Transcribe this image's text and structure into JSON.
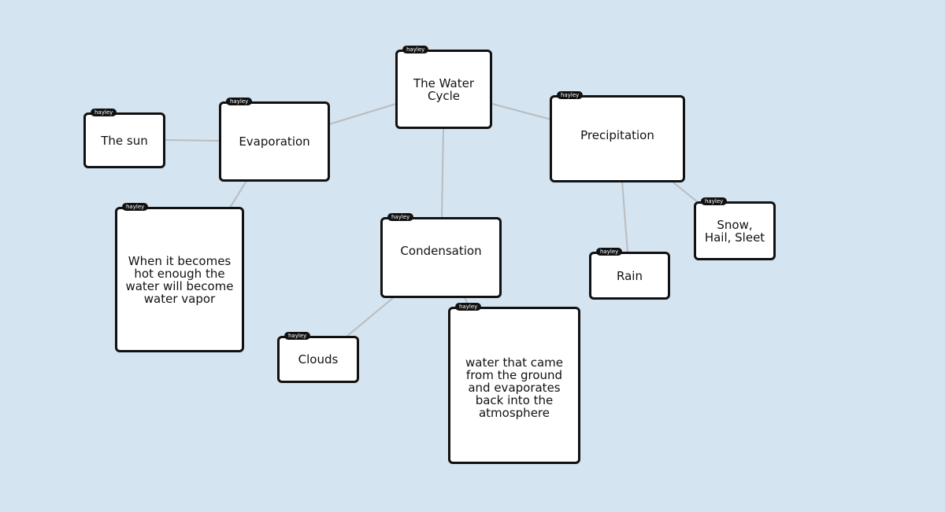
{
  "colors": {
    "background": "#d4e4f1",
    "card": "#ffffff",
    "border": "#111111",
    "link": "#b9bcbf"
  },
  "nodes": [
    {
      "id": "water-cycle",
      "text": "The Water\nCycle",
      "author": "hayley"
    },
    {
      "id": "evaporation",
      "text": "Evaporation",
      "author": "hayley"
    },
    {
      "id": "precipitation",
      "text": "Precipitation",
      "author": "hayley"
    },
    {
      "id": "the-sun",
      "text": "The sun",
      "author": "hayley"
    },
    {
      "id": "evaporation-note",
      "text": "When it becomes\nhot enough the\nwater will become\nwater vapor",
      "author": "hayley"
    },
    {
      "id": "condensation",
      "text": "Condensation",
      "author": "hayley"
    },
    {
      "id": "clouds",
      "text": "Clouds",
      "author": "hayley"
    },
    {
      "id": "condensation-note",
      "text": "water that came\nfrom the ground\nand evaporates\nback into the\natmosphere",
      "author": "hayley"
    },
    {
      "id": "rain",
      "text": "Rain",
      "author": "hayley"
    },
    {
      "id": "snow-hail-sleet",
      "text": "Snow,\nHail, Sleet",
      "author": "hayley"
    }
  ],
  "links": [
    {
      "from": "water-cycle",
      "to": "evaporation"
    },
    {
      "from": "water-cycle",
      "to": "precipitation"
    },
    {
      "from": "water-cycle",
      "to": "condensation"
    },
    {
      "from": "evaporation",
      "to": "the-sun"
    },
    {
      "from": "evaporation",
      "to": "evaporation-note"
    },
    {
      "from": "condensation",
      "to": "clouds"
    },
    {
      "from": "condensation",
      "to": "condensation-note"
    },
    {
      "from": "precipitation",
      "to": "rain"
    },
    {
      "from": "precipitation",
      "to": "snow-hail-sleet"
    }
  ]
}
